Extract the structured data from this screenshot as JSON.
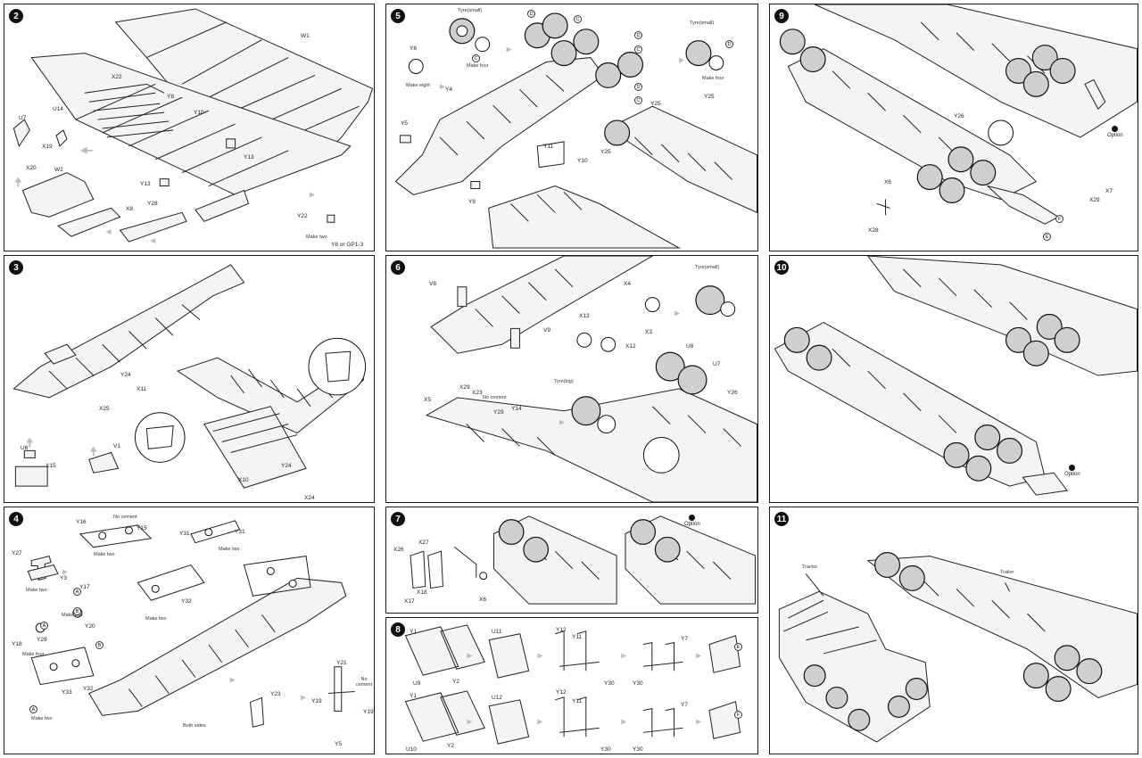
{
  "steps": [
    {
      "number": "2",
      "labels": [
        "W1",
        "X22",
        "U14",
        "Y8",
        "Y10",
        "U7",
        "X19",
        "X20",
        "W2",
        "Y13",
        "Y13",
        "X8",
        "Y28",
        "Y22"
      ],
      "notes": [
        "Make two",
        "Y8 or GP1-3"
      ]
    },
    {
      "number": "3",
      "labels": [
        "Y24",
        "X11",
        "X25",
        "U6",
        "V1",
        "X15",
        "X10",
        "Y24",
        "X24"
      ],
      "notes": []
    },
    {
      "number": "4",
      "labels": [
        "Y16",
        "Y15",
        "Y31",
        "Y31",
        "Y27",
        "Y3",
        "Y17",
        "Y20",
        "Y32",
        "Y18",
        "Y28",
        "Y33",
        "Y32",
        "Y21",
        "Y23",
        "Y19",
        "Y19",
        "Y5"
      ],
      "notes": [
        "No cement",
        "Make two",
        "Make two",
        "Make two",
        "Make two",
        "Make four",
        "Make two",
        "Both sides",
        "Make two",
        "No cement"
      ],
      "circles": [
        "A",
        "B",
        "A",
        "B",
        "A"
      ]
    },
    {
      "number": "5",
      "labels": [
        "Y6",
        "Y4",
        "Y5",
        "Y25",
        "Y25",
        "Y11",
        "Y10",
        "Y25",
        "Y8"
      ],
      "notes": [
        "Tyre(small)",
        "Make four",
        "Make eight",
        "Tyre(small)",
        "Make four"
      ],
      "circles": [
        "D",
        "C",
        "D",
        "C",
        "D",
        "C",
        "D",
        "C"
      ]
    },
    {
      "number": "6",
      "labels": [
        "V8",
        "X4",
        "V9",
        "X13",
        "X12",
        "X3",
        "U8",
        "U7",
        "X5",
        "X29",
        "X23",
        "Y29",
        "Y14",
        "Y26"
      ],
      "notes": [
        "Tyre(small)",
        "No cement",
        "Tyre(big)"
      ]
    },
    {
      "number": "7",
      "labels": [
        "X26",
        "X27",
        "X18",
        "X17",
        "X6"
      ],
      "notes": [
        "Option"
      ]
    },
    {
      "number": "8",
      "labels": [
        "Y1",
        "U11",
        "Y12",
        "Y11",
        "Y7",
        "U9",
        "Y2",
        "Y30",
        "Y30",
        "Y1",
        "U12",
        "Y12",
        "Y11",
        "Y7",
        "U10",
        "Y2",
        "Y30",
        "Y30"
      ],
      "circles": [
        "E",
        "F"
      ]
    },
    {
      "number": "9",
      "labels": [
        "Y26",
        "X6",
        "X28",
        "X7",
        "X29"
      ],
      "notes": [
        "Option"
      ],
      "circles": [
        "F",
        "E"
      ]
    },
    {
      "number": "10",
      "labels": [],
      "notes": [
        "Option"
      ]
    },
    {
      "number": "11",
      "labels": [],
      "notes": [
        "Tractor",
        "Trailer"
      ]
    }
  ]
}
